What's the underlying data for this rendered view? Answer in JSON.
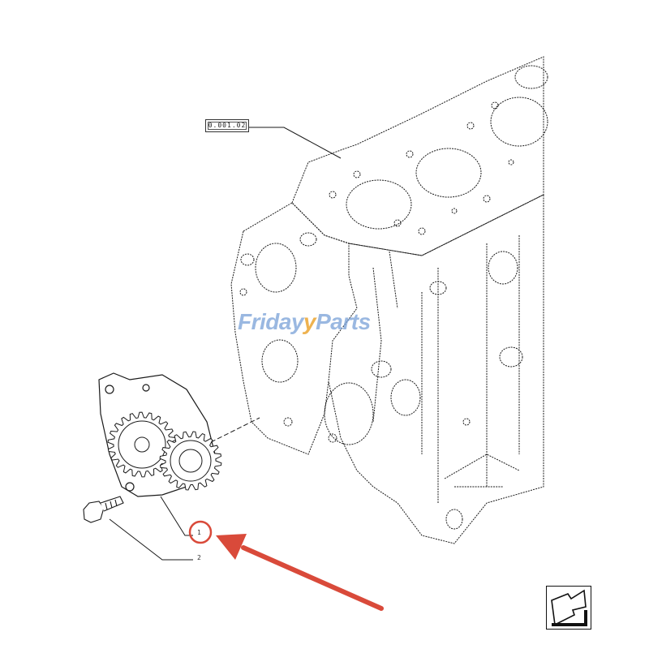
{
  "diagram": {
    "reference_code": "0.001.02",
    "callouts": [
      {
        "id": "part-1",
        "label": "1"
      },
      {
        "id": "part-2",
        "label": "2"
      }
    ],
    "watermark": {
      "left": "Friday",
      "middle": "y",
      "right": "Parts"
    },
    "icons": [
      "next-page-arrow-icon"
    ],
    "colors": {
      "line": "#1a1a1a",
      "highlight": "#d94a3a",
      "watermark_blue": "#7aa0d7",
      "watermark_orange": "#eca93c"
    }
  }
}
